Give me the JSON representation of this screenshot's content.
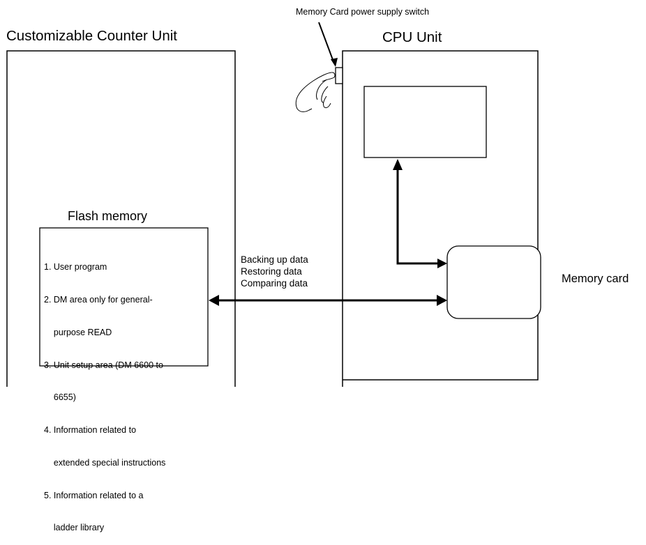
{
  "labels": {
    "counter_unit": "Customizable Counter Unit",
    "cpu_unit": "CPU Unit",
    "power_switch": "Memory Card power supply switch",
    "flash_memory": "Flash memory",
    "memory_card": "Memory card"
  },
  "operations": [
    "Backing up data",
    "Restoring data",
    "Comparing data"
  ],
  "flash_contents": [
    "1. User program",
    "2. DM area only for general-",
    "    purpose READ",
    "3. Unit setup area (DM 6600 to",
    "    6655)",
    "4. Information related to",
    "    extended special instructions",
    "5. Information related to a",
    "    ladder library"
  ],
  "colors": {
    "line": "#000000",
    "background": "#ffffff"
  }
}
